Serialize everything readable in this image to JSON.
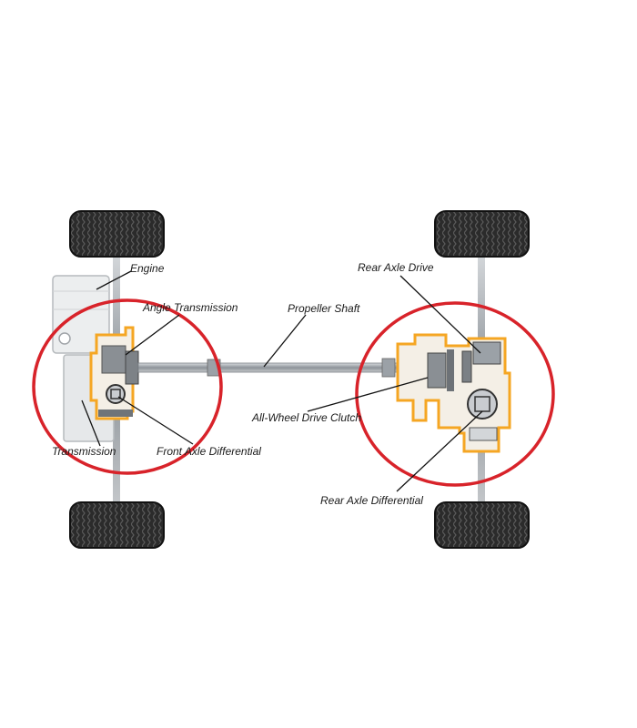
{
  "labels": {
    "engine": "Engine",
    "angle_transmission": "Angle Transmission",
    "propeller_shaft": "Propeller Shaft",
    "rear_axle_drive": "Rear Axle Drive",
    "all_wheel_drive_clutch": "All-Wheel Drive Clutch",
    "transmission": "Transmission",
    "front_axle_differential": "Front Axle Differential",
    "rear_axle_differential": "Rear Axle Differential"
  },
  "colors": {
    "highlight_circle": "#d8232a",
    "housing_outline": "#f5a623",
    "tire": "#2b2b2b",
    "shaft": "#9aa0a6",
    "leader_line": "#111111"
  }
}
